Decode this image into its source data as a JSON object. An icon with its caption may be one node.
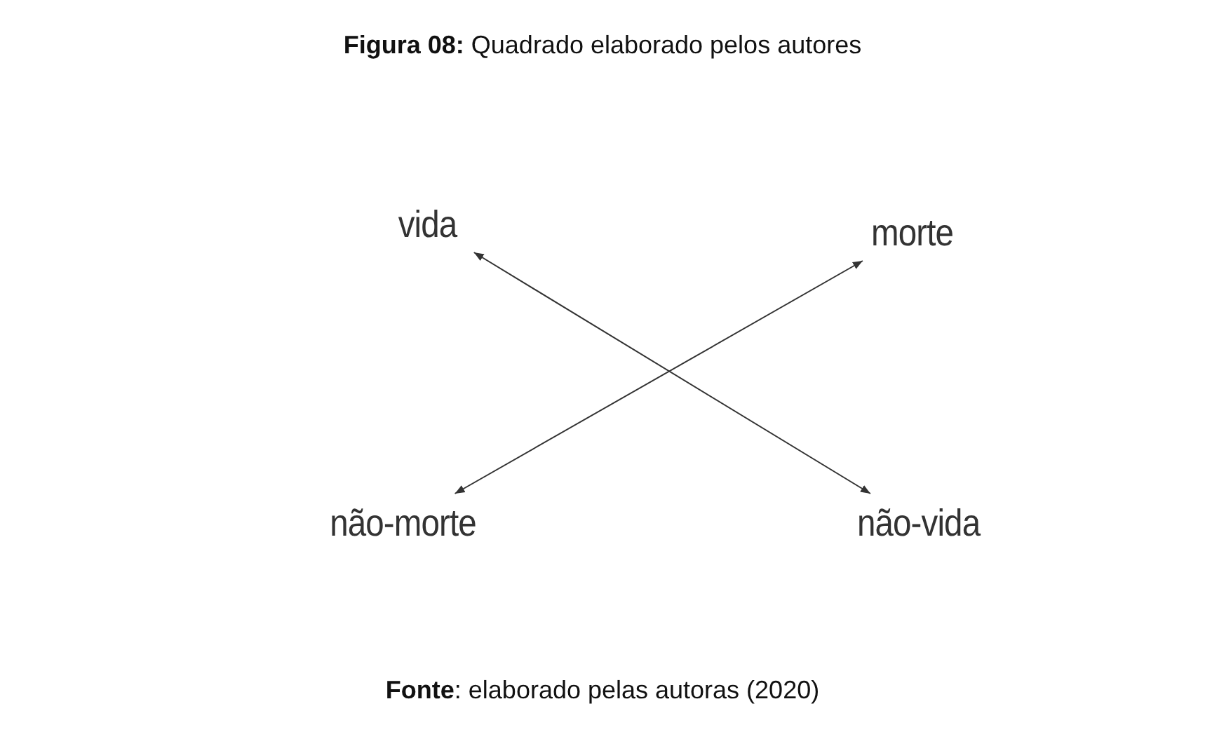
{
  "diagram": {
    "title": "**Figura 08:** Quadrado elaborado pelos autores",
    "caption": "**Fonte**: elaborado pelas autoras (2020)",
    "nodes": [
      {
        "text": [
          "vida"
        ]
      },
      {
        "text": [
          "morte"
        ]
      },
      {
        "text": [
          "não-morte"
        ]
      },
      {
        "text": [
          "não-vida"
        ]
      }
    ],
    "edges": [
      {
        "from": 0,
        "to": 3,
        "arrow": "both"
      },
      {
        "from": 1,
        "to": 2,
        "arrow": "both"
      }
    ]
  }
}
